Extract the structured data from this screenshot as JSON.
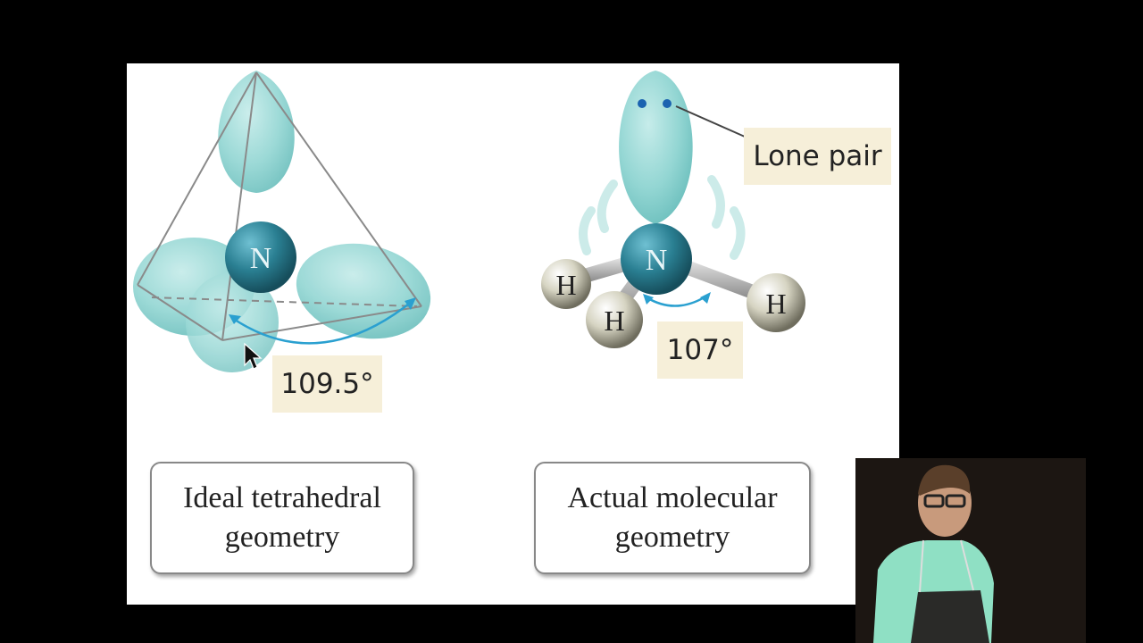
{
  "left_diagram": {
    "atom": "N",
    "angle_label": "109.5°",
    "caption_line1": "Ideal tetrahedral",
    "caption_line2": "geometry"
  },
  "right_diagram": {
    "center_atom": "N",
    "hydrogens": [
      "H",
      "H",
      "H"
    ],
    "lone_pair_label": "Lone pair",
    "angle_label": "107°",
    "caption_line1": "Actual molecular",
    "caption_line2": "geometry"
  },
  "colors": {
    "orbital": "#8fd3d0",
    "nitrogen": "#2a7f92",
    "hydrogen": "#d8d6c4",
    "arrow": "#2aa0d0",
    "label_bg": "#f6efd9"
  },
  "webcam": {
    "description": "presenter-video"
  }
}
